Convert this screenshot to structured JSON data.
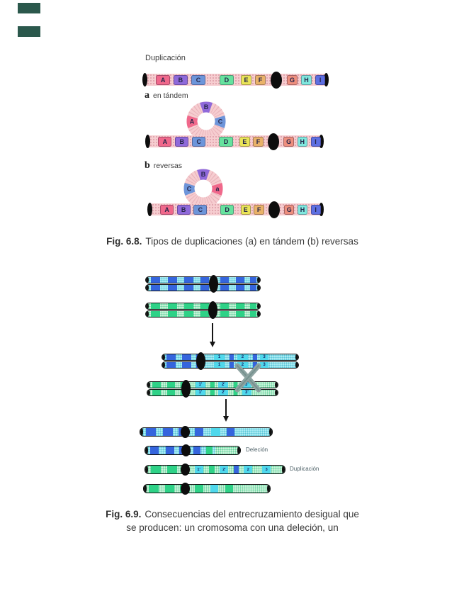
{
  "corner": {
    "marker_color": "#2b584c"
  },
  "fig68": {
    "title": "Duplicación",
    "item_a": {
      "letter": "a",
      "label": "en tándem"
    },
    "item_b": {
      "letter": "b",
      "label": "reversas"
    },
    "caption": {
      "bold": "Fig. 6.8.",
      "text": "Tipos de duplicaciones (a) en tándem (b) reversas"
    },
    "segment_labels": [
      "A",
      "B",
      "C",
      "D",
      "E",
      "F",
      "G",
      "H",
      "I"
    ],
    "segment_colors": {
      "A": "#f0688b",
      "B": "#8f69da",
      "C": "#6d95da",
      "D": "#66e29e",
      "E": "#eae457",
      "F": "#eab269",
      "G": "#ee8f7e",
      "H": "#80e8de",
      "I": "#5e6fe2"
    },
    "loop_a_order": [
      "A",
      "B",
      "C"
    ],
    "loop_b_order": [
      "C",
      "B",
      "a"
    ],
    "body_color": "#f6cdd0",
    "dot_color": "#dc9aa6"
  },
  "fig69": {
    "caption": {
      "bold": "Fig. 6.9.",
      "line1": "Consecuencias del entrecruzamiento desigual que",
      "line2": "se producen: un cromosoma con una deleción, un"
    },
    "labels": {
      "deletion": "Deleción",
      "duplication": "Duplicación"
    },
    "band_numbers": [
      "1",
      "2",
      "3"
    ],
    "band_numbers_prime": [
      "1'",
      "2'",
      "3'"
    ],
    "colors": {
      "blue": "#3565dd",
      "cyan": "#4fd8ec",
      "green": "#2ed287",
      "x_gray": "#8da3a1",
      "black": "#101010"
    }
  }
}
